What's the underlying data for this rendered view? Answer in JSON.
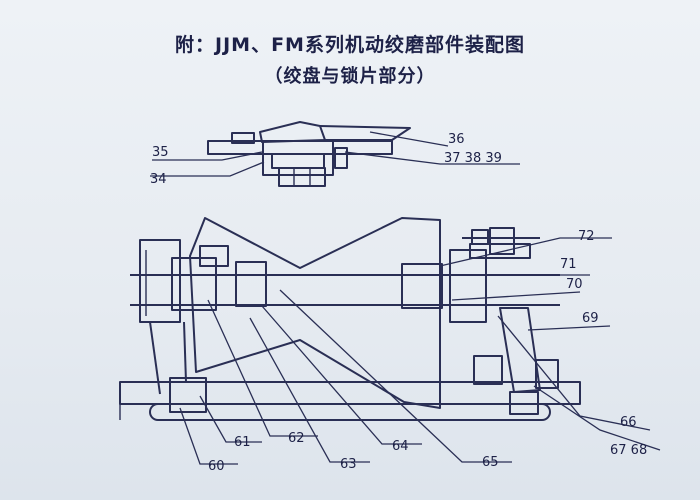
{
  "header": {
    "title": "附：JJM、FM系列机动绞磨部件装配图",
    "subtitle": "（绞盘与锁片部分）"
  },
  "callouts": {
    "c35": "35",
    "c36": "36",
    "c34": "34",
    "c373839": "37 38 39",
    "c72": "72",
    "c71": "71",
    "c70": "70",
    "c69": "69",
    "c66": "66",
    "c6768": "67 68",
    "c60": "60",
    "c61": "61",
    "c62": "62",
    "c63": "63",
    "c64": "64",
    "c65": "65"
  },
  "colors": {
    "ink": "#2a2f55",
    "paper": "#e9eef3"
  }
}
